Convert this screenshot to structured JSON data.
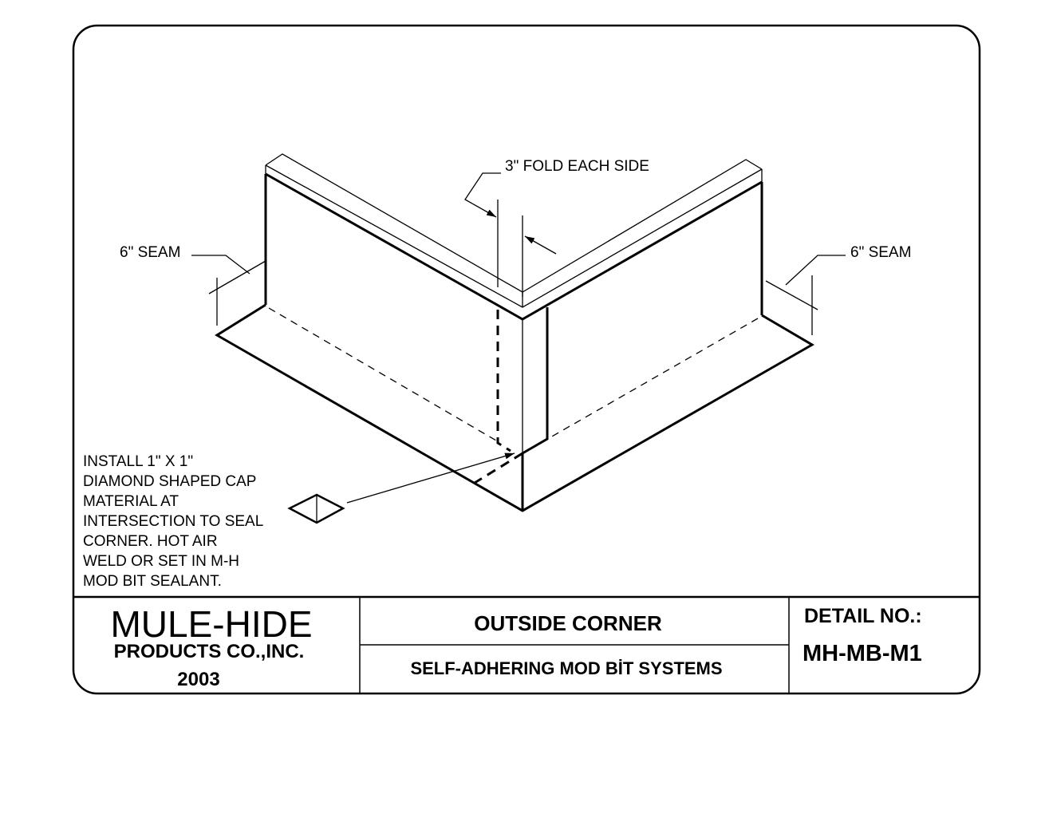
{
  "drawing": {
    "labels": {
      "fold": "3\" FOLD EACH SIDE",
      "seam_left": "6\" SEAM",
      "seam_right": "6\" SEAM"
    },
    "note_lines": [
      "INSTALL 1\" X 1\"",
      "DIAMOND SHAPED CAP",
      "MATERIAL AT",
      "INTERSECTION TO SEAL",
      "CORNER.  HOT AIR",
      "WELD OR SET IN M-H",
      "MOD BIT SEALANT."
    ]
  },
  "title_block": {
    "company": "MULE-HIDE",
    "company_sub": "PRODUCTS CO.,INC.",
    "year": "2003",
    "title": "OUTSIDE CORNER",
    "subtitle": "SELF-ADHERING MOD BİT SYSTEMS",
    "detail_label": "DETAIL NO.:",
    "detail_no": "MH-MB-M1"
  }
}
